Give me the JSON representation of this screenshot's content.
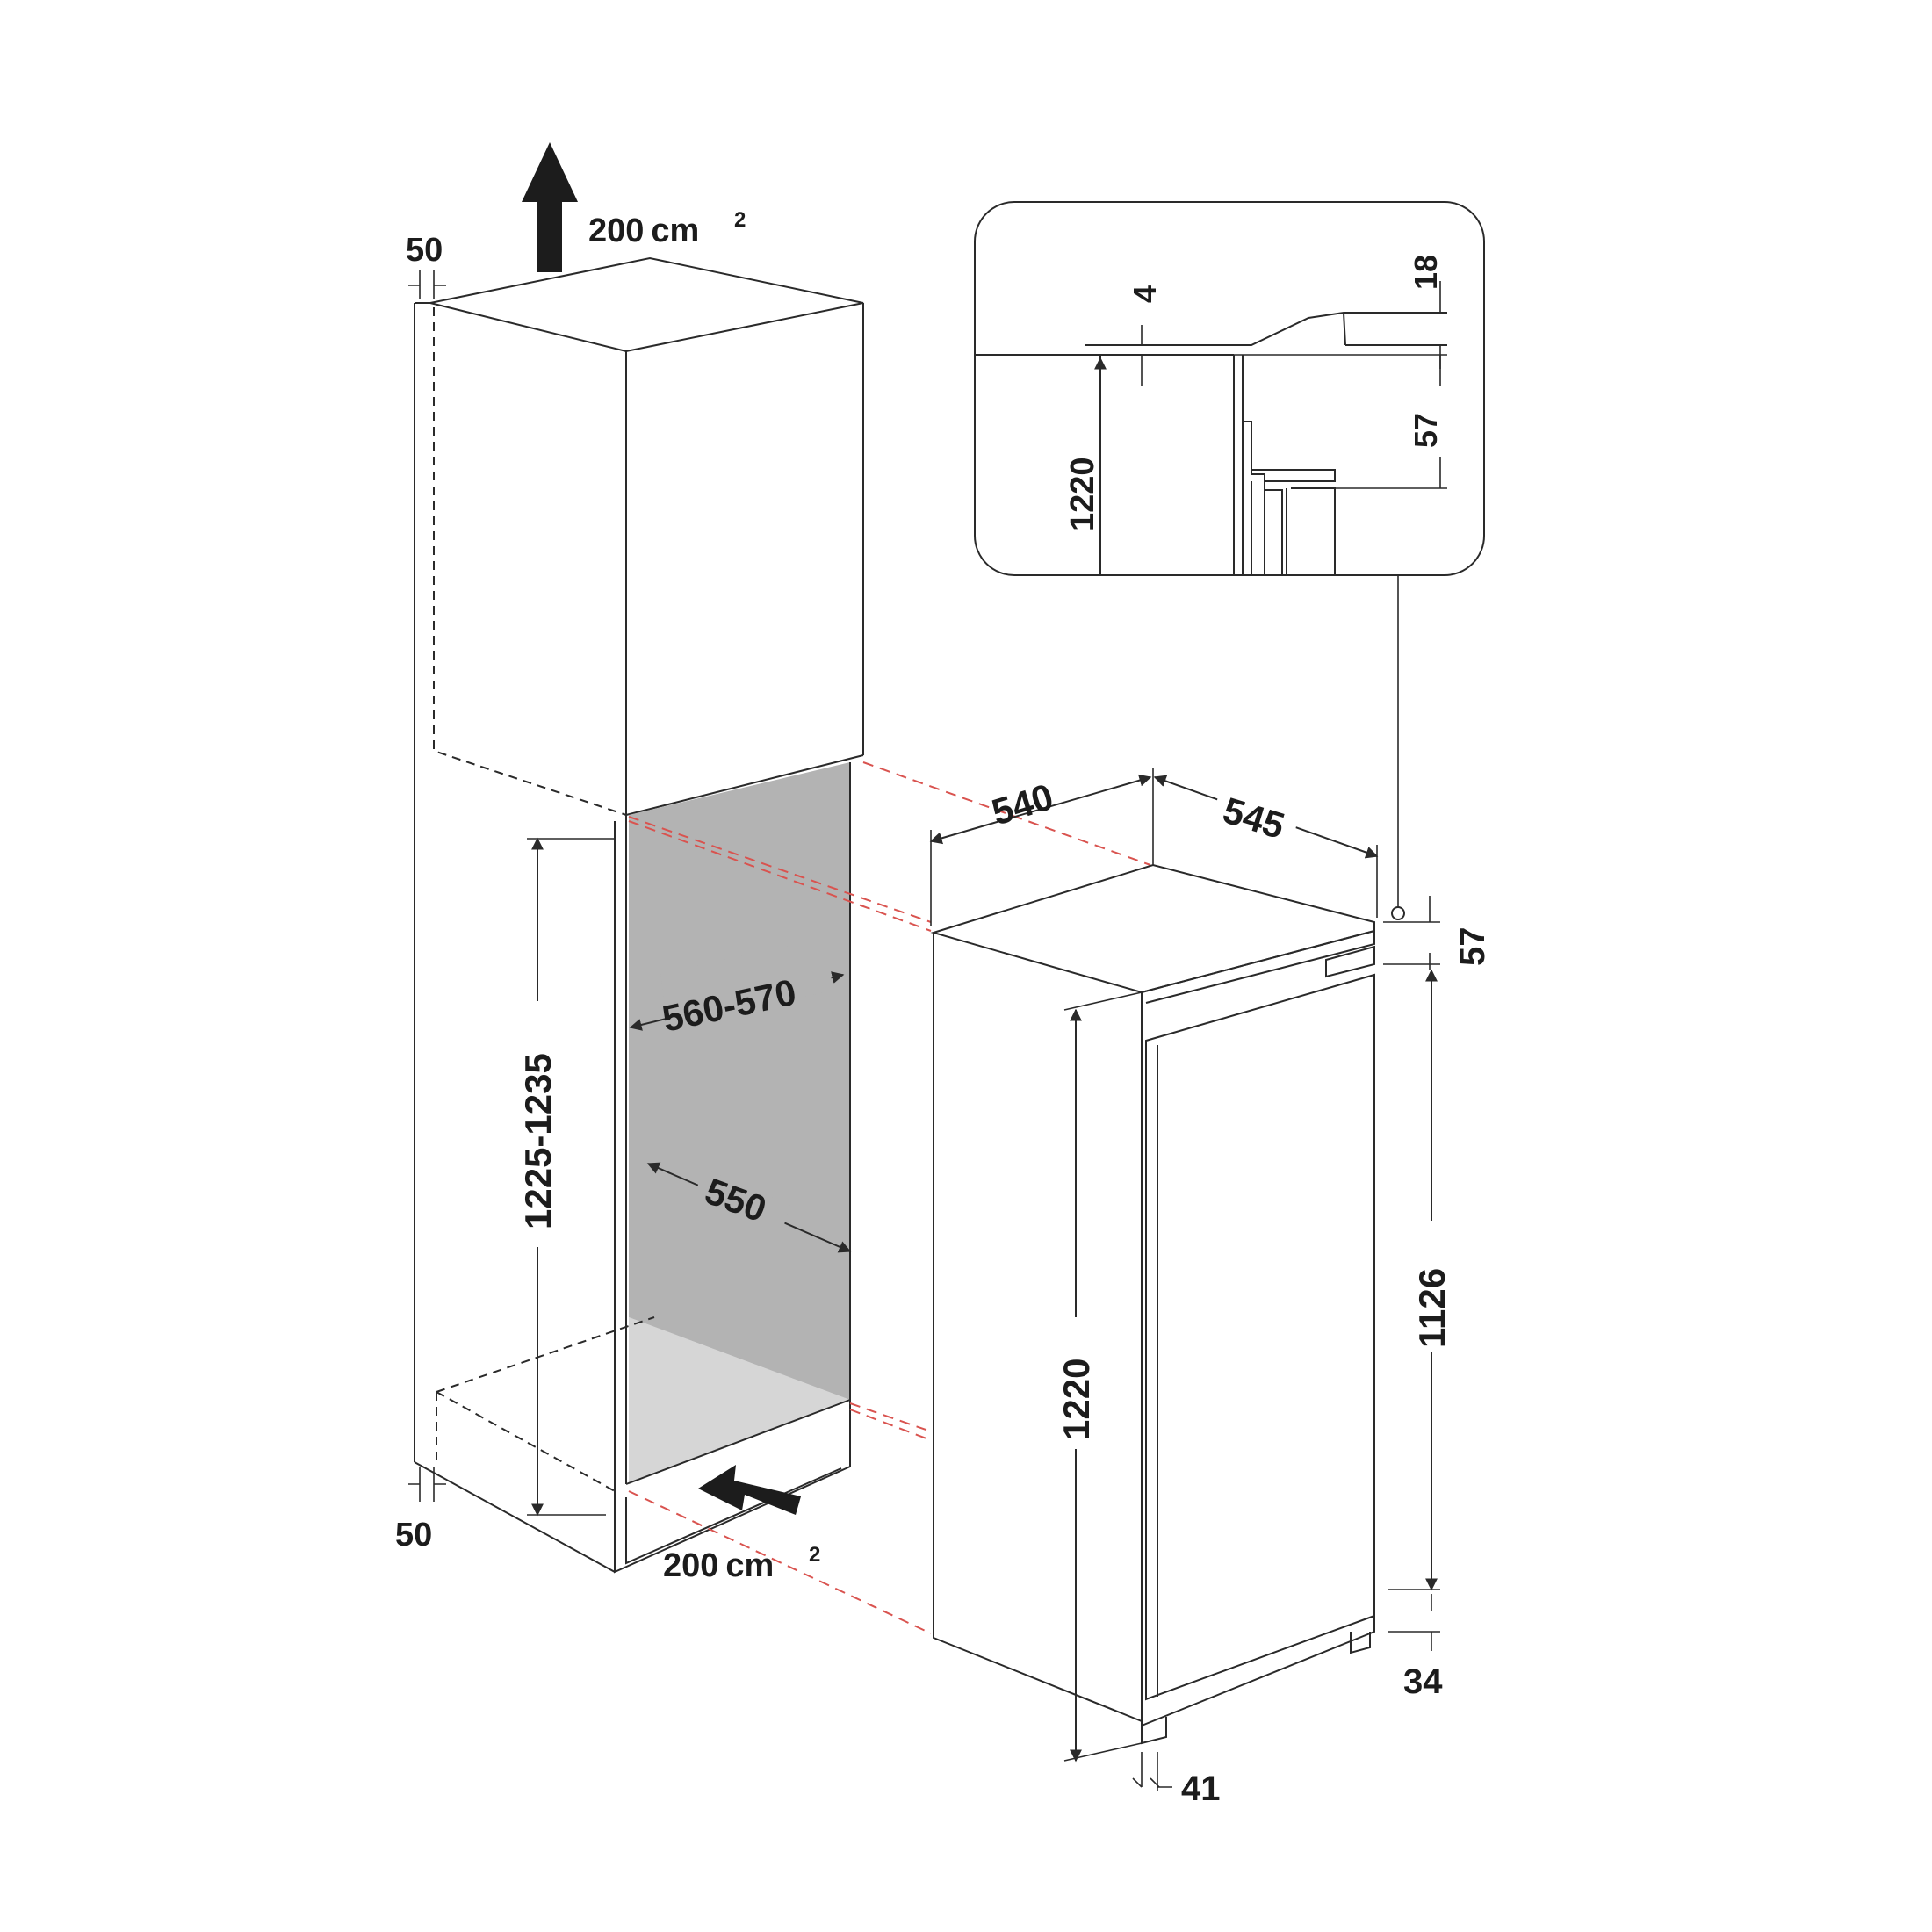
{
  "colors": {
    "line": "#2a2a2a",
    "red_dash": "#d9534f",
    "niche_back": "#b3b3b3",
    "niche_floor": "#d6d6d6"
  },
  "labels": {
    "vent_top_area": "200",
    "vent_top_unit": "cm",
    "vent_top_sup": "2",
    "vent_bottom_area": "200",
    "vent_bottom_unit": "cm",
    "vent_bottom_sup": "2",
    "gap_top": "50",
    "gap_bottom": "50",
    "niche_height": "1225-1235",
    "niche_width": "560-570",
    "niche_depth": "550",
    "appliance_width": "540",
    "appliance_depth": "545",
    "appliance_height": "1220",
    "door_top_gap": "57",
    "door_height": "1126",
    "door_bottom_gap": "34",
    "foot_offset": "41",
    "detail_gap": "4",
    "detail_top": "18",
    "detail_height": "1220",
    "detail_mid": "57"
  }
}
